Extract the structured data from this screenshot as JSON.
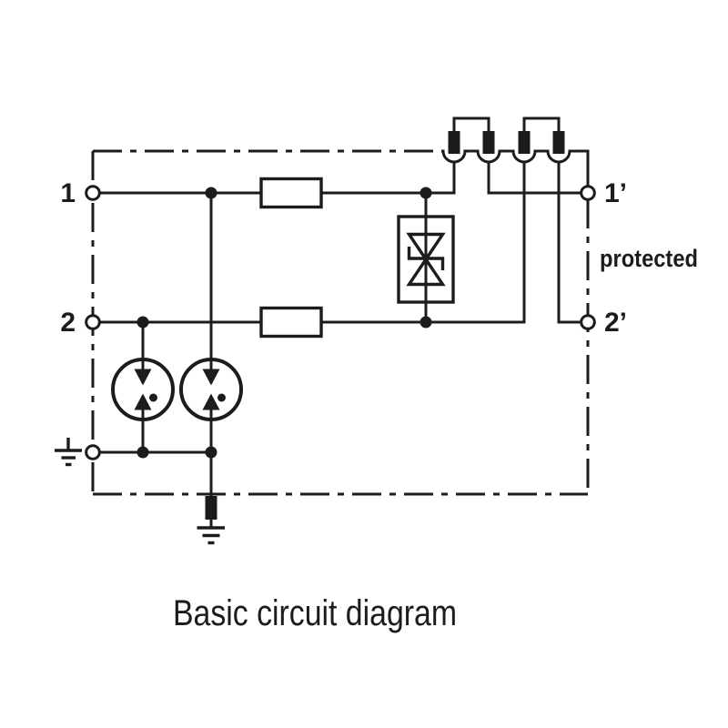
{
  "diagram": {
    "caption": "Basic circuit diagram",
    "terminals": {
      "t1": "1",
      "t2": "2",
      "t1p": "1’",
      "t2p": "2’"
    },
    "protected_label": "protected",
    "colors": {
      "stroke": "#1c1c1c",
      "background": "#ffffff"
    },
    "components": {
      "boundary": "device-boundary-dash-dot-box",
      "resistors": [
        "series-resistor-line1",
        "series-resistor-line2"
      ],
      "arresters": [
        "gas-discharge-tube-line2",
        "gas-discharge-tube-line1"
      ],
      "diode": "bidirectional-suppressor-diode",
      "chokes": [
        "choke-winding-1",
        "choke-winding-2",
        "choke-winding-3",
        "choke-winding-4"
      ],
      "earth": [
        "earth-symbol-left",
        "earth-symbol-bottom",
        "earth-connection-block"
      ]
    }
  }
}
